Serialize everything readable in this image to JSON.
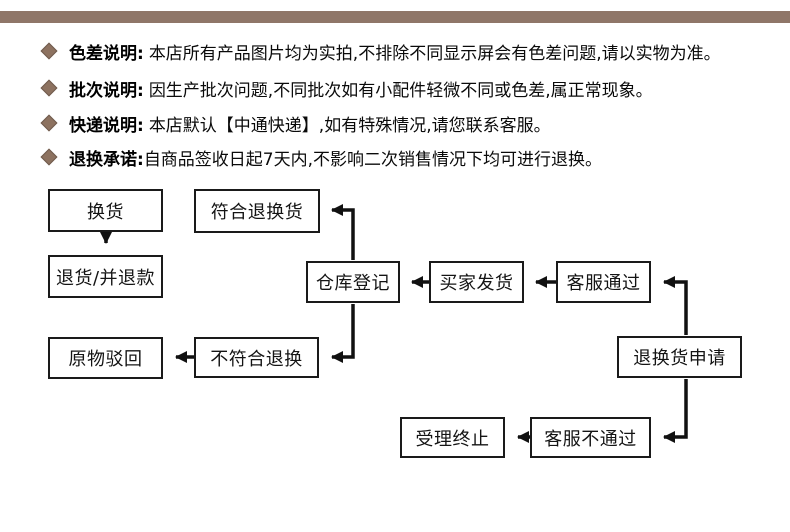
{
  "page": {
    "background": "#ffffff",
    "top_bar_color": "#8f7668",
    "bullet_color": "#8d7260",
    "flow_line_color": "#111111"
  },
  "notices": {
    "items": [
      {
        "label": "色差说明:",
        "text": "本店所有产品图片均为实拍,不排除不同显示屏会有色差问题,请以实物为准。"
      },
      {
        "label": "批次说明:",
        "text": "因生产批次问题,不同批次如有小配件轻微不同或色差,属正常现象。"
      },
      {
        "label": "快递说明:",
        "text": "本店默认【中通快递】,如有特殊情况,请您联系客服。"
      },
      {
        "label": "退换承诺:",
        "text": "自商品签收日起7天内,不影响二次销售情况下均可进行退换。"
      }
    ]
  },
  "flowchart": {
    "nodes": [
      {
        "id": "exchange",
        "label": "换货"
      },
      {
        "id": "eligible",
        "label": "符合退换货"
      },
      {
        "id": "refund",
        "label": "退货/并退款"
      },
      {
        "id": "warehouse-log",
        "label": "仓库登记"
      },
      {
        "id": "buyer-ship",
        "label": "买家发货"
      },
      {
        "id": "cs-approved",
        "label": "客服通过"
      },
      {
        "id": "return-original",
        "label": "原物驳回"
      },
      {
        "id": "not-eligible",
        "label": "不符合退换"
      },
      {
        "id": "apply",
        "label": "退换货申请"
      },
      {
        "id": "terminate",
        "label": "受理终止"
      },
      {
        "id": "cs-rejected",
        "label": "客服不通过"
      }
    ]
  }
}
